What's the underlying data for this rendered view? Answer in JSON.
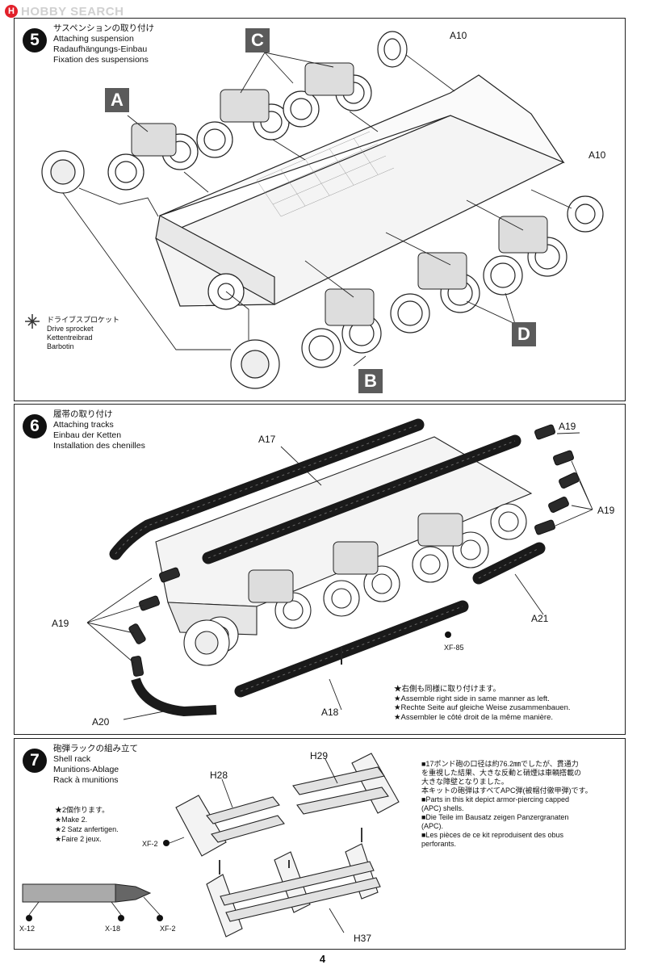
{
  "watermark": {
    "logo": "H",
    "text": "HOBBY SEARCH"
  },
  "step5": {
    "number": "5",
    "title_ja": "サスペンションの取り付け",
    "title_en": "Attaching suspension",
    "title_de": "Radaufhängungs-Einbau",
    "title_fr": "Fixation des suspensions",
    "callouts": [
      "A",
      "B",
      "C",
      "D"
    ],
    "part_a10_top": "A10",
    "part_a10_right": "A10",
    "sprocket_ja": "ドライブスプロケット",
    "sprocket_en": "Drive sprocket",
    "sprocket_de": "Kettentreibrad",
    "sprocket_fr": "Barbotin"
  },
  "step6": {
    "number": "6",
    "title_ja": "履帯の取り付け",
    "title_en": "Attaching tracks",
    "title_de": "Einbau der Ketten",
    "title_fr": "Installation des chenilles",
    "part_a17": "A17",
    "part_a19_top": "A19",
    "part_a19_right": "A19",
    "part_a19_left": "A19",
    "part_a21": "A21",
    "part_a18": "A18",
    "part_a20": "A20",
    "paint_xf85": "XF-85",
    "note_ja": "★右側も同様に取り付けます。",
    "note_en": "★Assemble right side in same manner as left.",
    "note_de": "★Rechte Seite auf gleiche Weise zusammenbauen.",
    "note_fr": "★Assembler le côté droit de la même manière."
  },
  "step7": {
    "number": "7",
    "title_ja": "砲弾ラックの組み立て",
    "title_en": "Shell rack",
    "title_de": "Munitions-Ablage",
    "title_fr": "Rack à munitions",
    "make_ja": "★2個作ります。",
    "make_en": "★Make 2.",
    "make_de": "★2 Satz anfertigen.",
    "make_fr": "★Faire 2 jeux.",
    "part_h28": "H28",
    "part_h29": "H29",
    "part_h37": "H37",
    "paint_xf2_rack": "XF-2",
    "paint_x12": "X-12",
    "paint_x18": "X-18",
    "paint_xf2_shell": "XF-2",
    "info_ja_1": "■17ポンド砲の口径は約76.2㎜でしたが、貫通力",
    "info_ja_2": "を重視した結果、大きな反動と硝煙は車輌搭載の",
    "info_ja_3": "大きな障壁となりました。",
    "info_ja_4": "本キットの砲弾はすべてAPC弾(被帽付徹甲弾)です。",
    "info_en_1": "■Parts in this kit depict armor-piercing capped",
    "info_en_2": "(APC) shells.",
    "info_de_1": "■Die Teile im Bausatz zeigen Panzergranaten",
    "info_de_2": "(APC).",
    "info_fr_1": "■Les pièces de ce kit reproduisent des obus",
    "info_fr_2": "perforants."
  },
  "page_number": "4",
  "colors": {
    "callout_bg": "#5b5b5b",
    "badge_bg": "#111111",
    "logo_red": "#e2202a"
  }
}
